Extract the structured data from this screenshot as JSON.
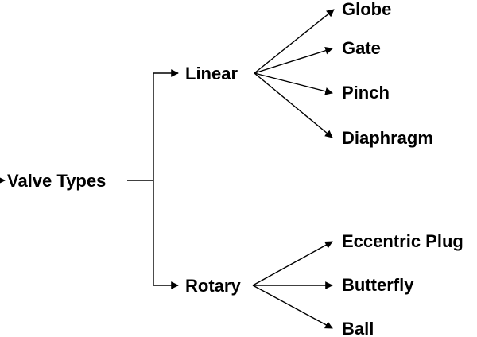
{
  "root": {
    "label": "Valve Types"
  },
  "branches": [
    {
      "label": "Linear",
      "children": [
        "Globe",
        "Gate",
        "Pinch",
        "Diaphragm"
      ]
    },
    {
      "label": "Rotary",
      "children": [
        "Eccentric Plug",
        "Butterfly",
        "Ball"
      ]
    }
  ],
  "colors": {
    "line": "#000000",
    "text": "#000000",
    "background": "#ffffff"
  }
}
